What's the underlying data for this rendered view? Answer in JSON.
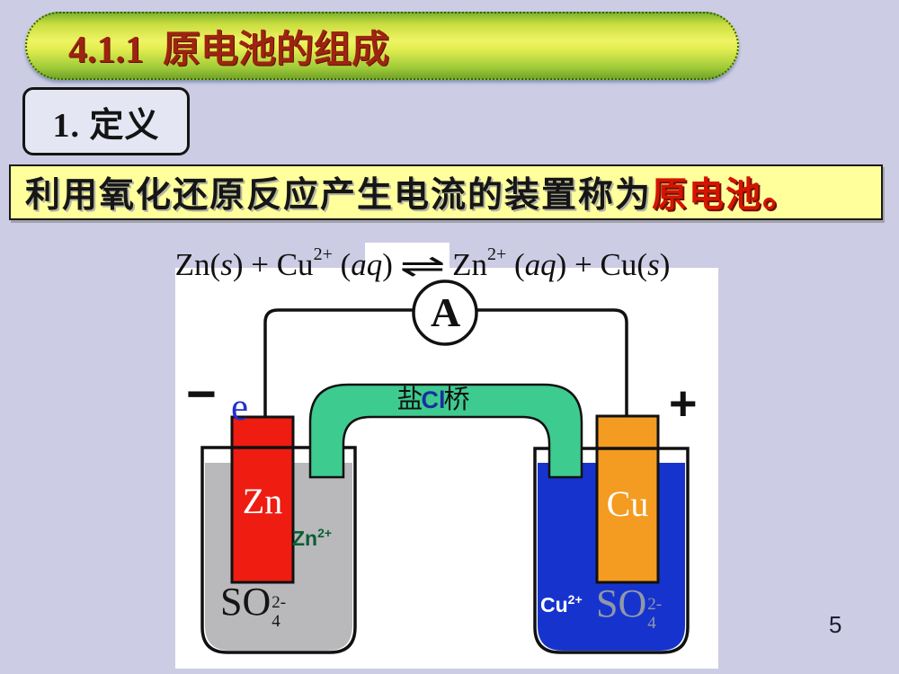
{
  "slide": {
    "page_number": "5"
  },
  "title": {
    "text": "4.1.1  原电池的组成"
  },
  "definition_heading": {
    "text": "1. 定义"
  },
  "definition": {
    "clause": "利用氧化还原反应产生电流的装置称为",
    "highlight": "原电池",
    "period": "。"
  },
  "equation": {
    "tokens": [
      "Zn(",
      "s",
      ") + Cu",
      "2+",
      " (",
      "aq",
      ")",
      "⇌",
      "Zn",
      "2+",
      " (",
      "aq",
      ") + Cu(",
      "s",
      ")"
    ]
  },
  "diagram": {
    "ammeter_label": "A",
    "negative_terminal": "−",
    "positive_terminal": "+",
    "electron_label": "e",
    "salt_bridge_label": {
      "pre": "盐",
      "ion": "Cl",
      "post": "桥"
    },
    "zn_electrode_label": "Zn",
    "cu_electrode_label": "Cu",
    "zn_ion": {
      "base": "Zn",
      "sup": "2+"
    },
    "cu_ion": {
      "base": "Cu",
      "sup": "2+"
    },
    "sulfate_left": {
      "base": "SO",
      "sup": "2-",
      "sub": "4"
    },
    "sulfate_right": {
      "base": "SO",
      "sup": "2-",
      "sub": "4"
    },
    "colors": {
      "zinc_electrode": "#ee1c11",
      "copper_electrode": "#f49b21",
      "zinc_solution": "#b9b9bc",
      "copper_solution": "#1634cd",
      "salt_bridge": "#3ecb90"
    }
  }
}
